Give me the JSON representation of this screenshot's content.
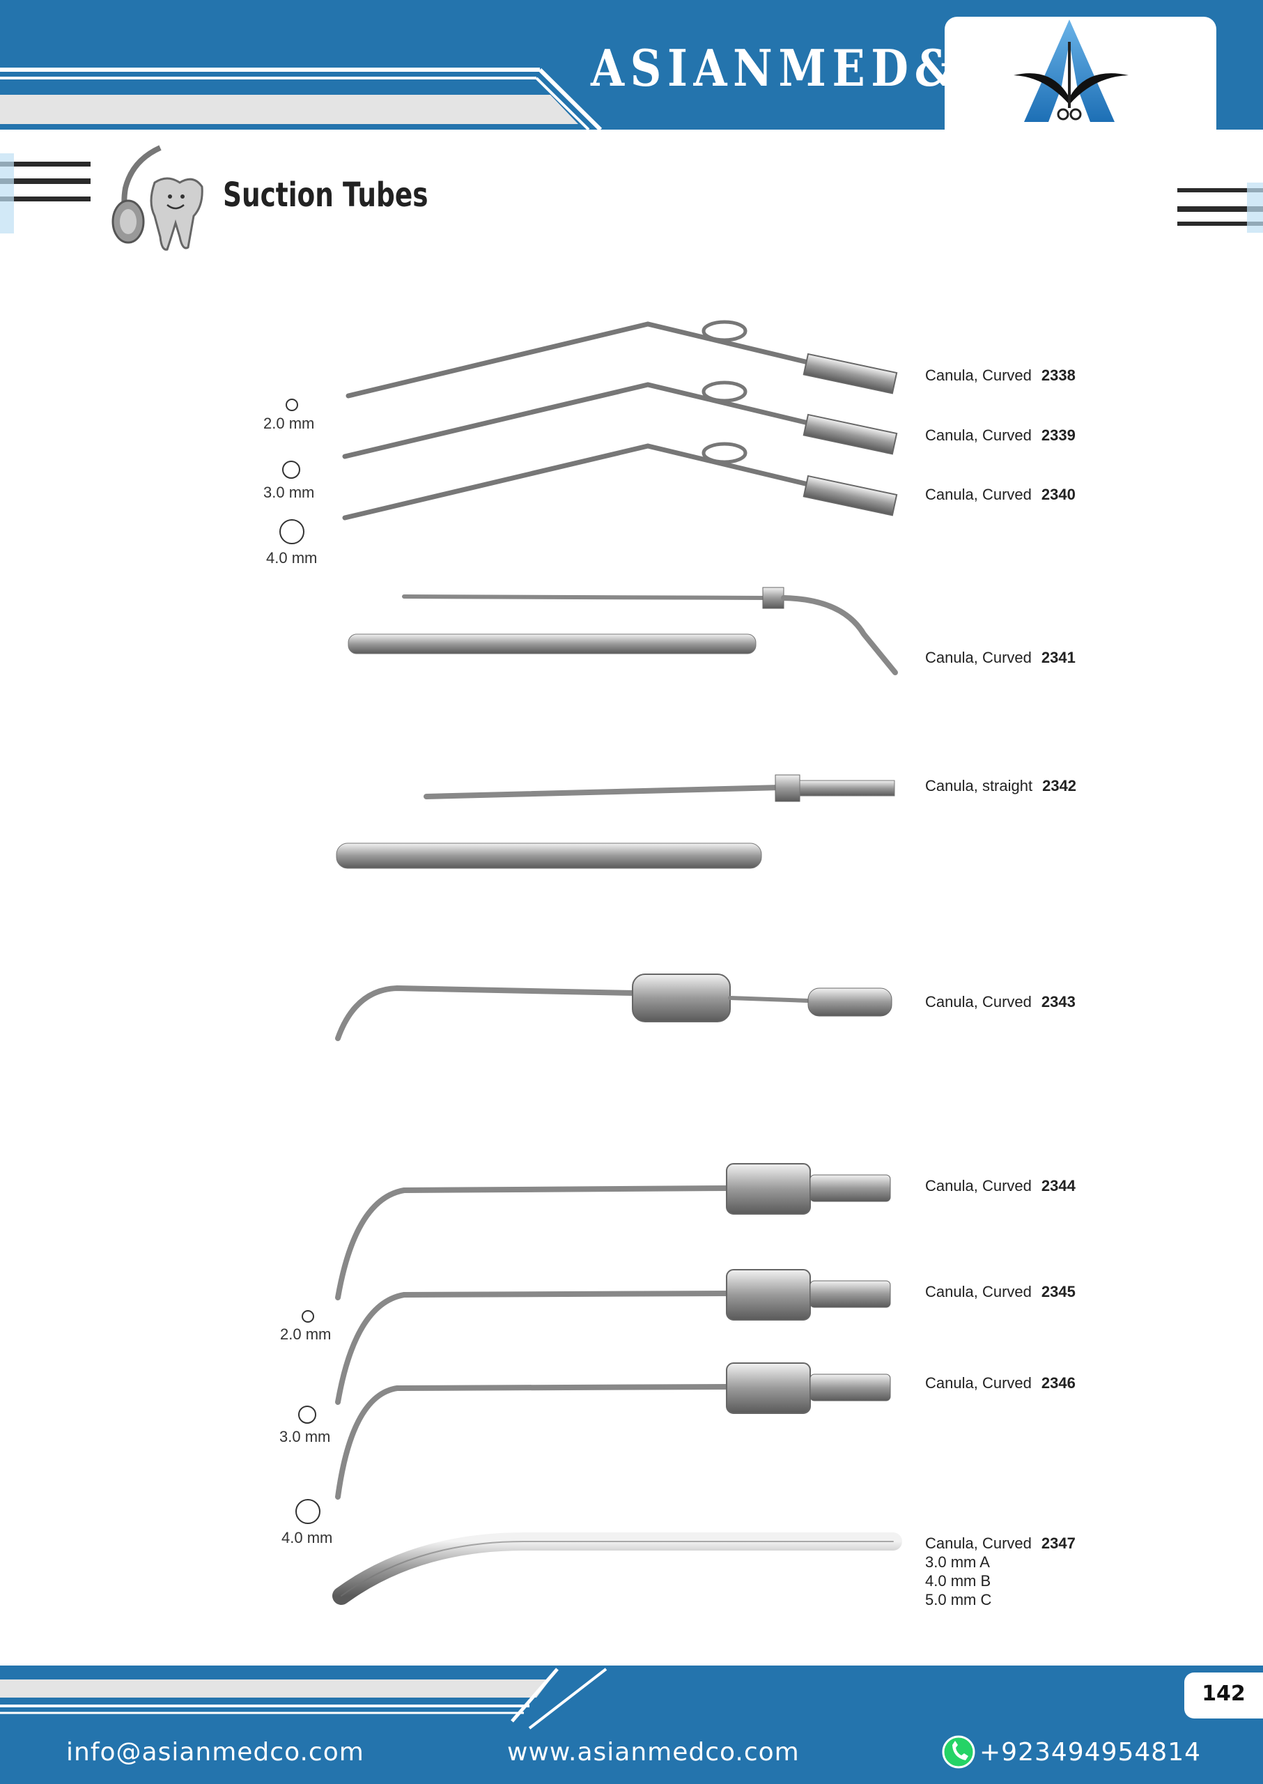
{
  "header": {
    "brand": "ASIANMED&CO"
  },
  "page": {
    "title": "Suction Tubes",
    "number": "142"
  },
  "sizes_top": [
    "2.0 mm",
    "3.0 mm",
    "4.0 mm"
  ],
  "sizes_bottom": [
    "2.0 mm",
    "3.0 mm",
    "4.0 mm"
  ],
  "items": [
    {
      "name": "Canula, Curved",
      "code": "2338"
    },
    {
      "name": "Canula, Curved",
      "code": "2339"
    },
    {
      "name": "Canula, Curved",
      "code": "2340"
    },
    {
      "name": "Canula, Curved",
      "code": "2341"
    },
    {
      "name": "Canula, straight",
      "code": "2342"
    },
    {
      "name": "Canula, Curved",
      "code": "2343"
    },
    {
      "name": "Canula, Curved",
      "code": "2344"
    },
    {
      "name": "Canula, Curved",
      "code": "2345"
    },
    {
      "name": "Canula, Curved",
      "code": "2346"
    },
    {
      "name": "Canula, Curved",
      "code": "2347"
    }
  ],
  "variants_2347": [
    "3.0 mm A",
    "4.0 mm B",
    "5.0 mm C"
  ],
  "footer": {
    "email": "info@asianmedco.com",
    "website": "www.asianmedco.com",
    "phone": "+923494954814"
  },
  "colors": {
    "brand_blue": "#2474ad",
    "whatsapp_green": "#25d366"
  },
  "icons": [
    "tooth-mirror-icon",
    "whatsapp-icon",
    "scissors-logo-icon"
  ]
}
